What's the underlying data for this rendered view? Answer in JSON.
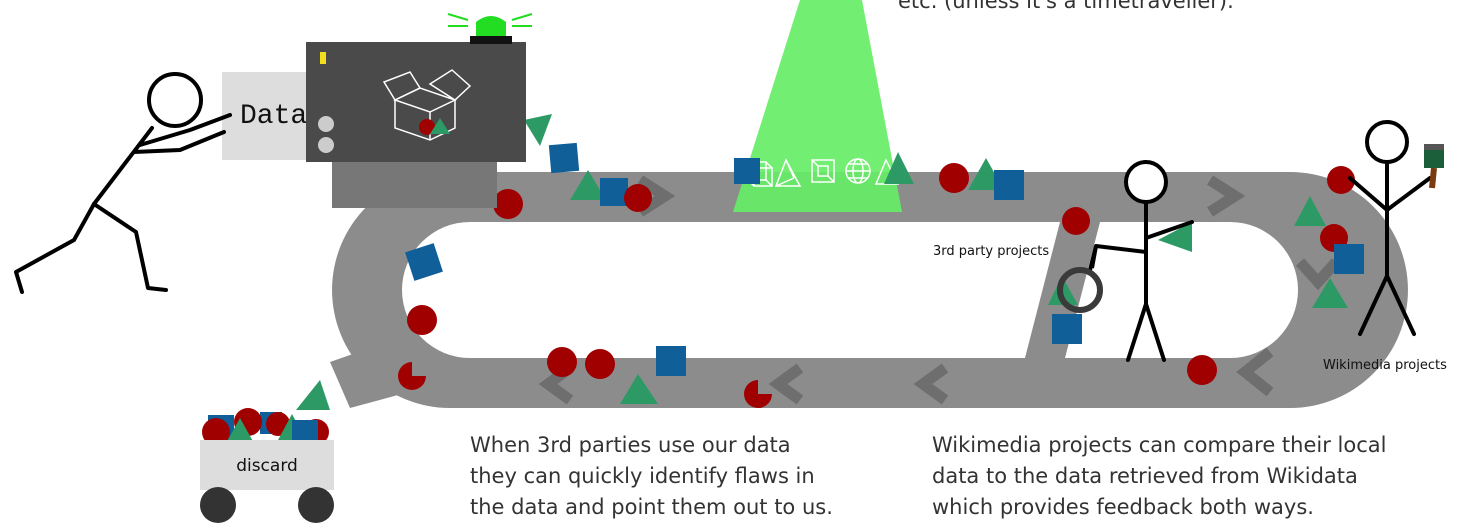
{
  "top_caption_fragment": "etc. (unless it's a timetraveller).",
  "data_box_label": "Data",
  "discard_label": "discard",
  "third_party_label": "3rd party projects",
  "wikimedia_label": "Wikimedia projects",
  "third_party_text": {
    "line1": "When 3rd parties use our data",
    "line2": "they can quickly identify flaws in",
    "line3": "the data and point them out to us."
  },
  "wikimedia_text": {
    "line1": "Wikimedia projects can compare their local",
    "line2": "data to the data retrieved from Wikidata",
    "line3": "which provides feedback both ways."
  },
  "colors": {
    "belt": "#8c8c8c",
    "machine": "#4a4a4a",
    "beam": "#66ee66",
    "red": "#a00000",
    "blue": "#105f99",
    "green": "#2d9a66",
    "alarm": "#22dd22"
  }
}
